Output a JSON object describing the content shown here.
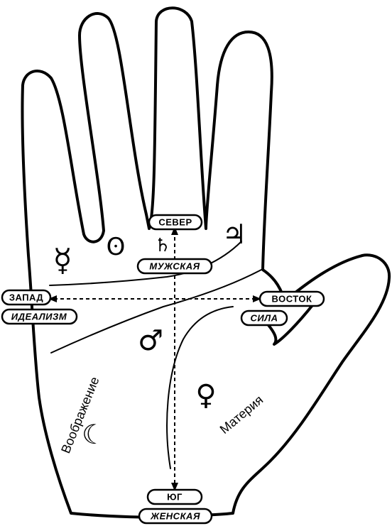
{
  "labels": {
    "north": "СЕВЕР",
    "male": "МУЖСКАЯ",
    "west": "ЗАПАД",
    "idealism": "ИДЕАЛИЗМ",
    "east": "ВОСТОК",
    "strength": "СИЛА",
    "south": "ЮГ",
    "female": "ЖЕНСКАЯ"
  },
  "words": {
    "imagination": "Воображение",
    "matter": "Материя"
  },
  "symbols": {
    "mercury": "☿",
    "sun": "ʘ",
    "saturn": "♄",
    "jupiter": "♃",
    "mars": "♂",
    "venus": "♀",
    "moon": "☾"
  }
}
